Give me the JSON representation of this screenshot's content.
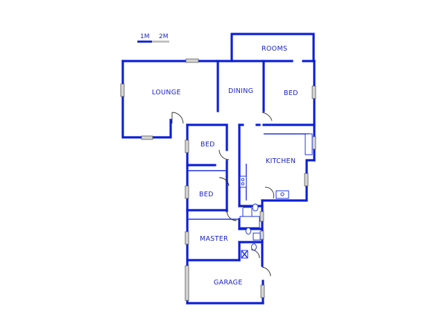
{
  "scale": {
    "label_1": "1M",
    "label_2": "2M"
  },
  "rooms": {
    "rooms": "ROOMS",
    "lounge": "LOUNGE",
    "dining": "DINING",
    "bed_1": "BED",
    "bed_2": "BED",
    "bed_3": "BED",
    "kitchen": "KITCHEN",
    "master": "MASTER",
    "garage": "GARAGE"
  },
  "colors": {
    "wall": "#0b1fd6",
    "label": "#1a22c8",
    "window": "#d4d4d4"
  }
}
